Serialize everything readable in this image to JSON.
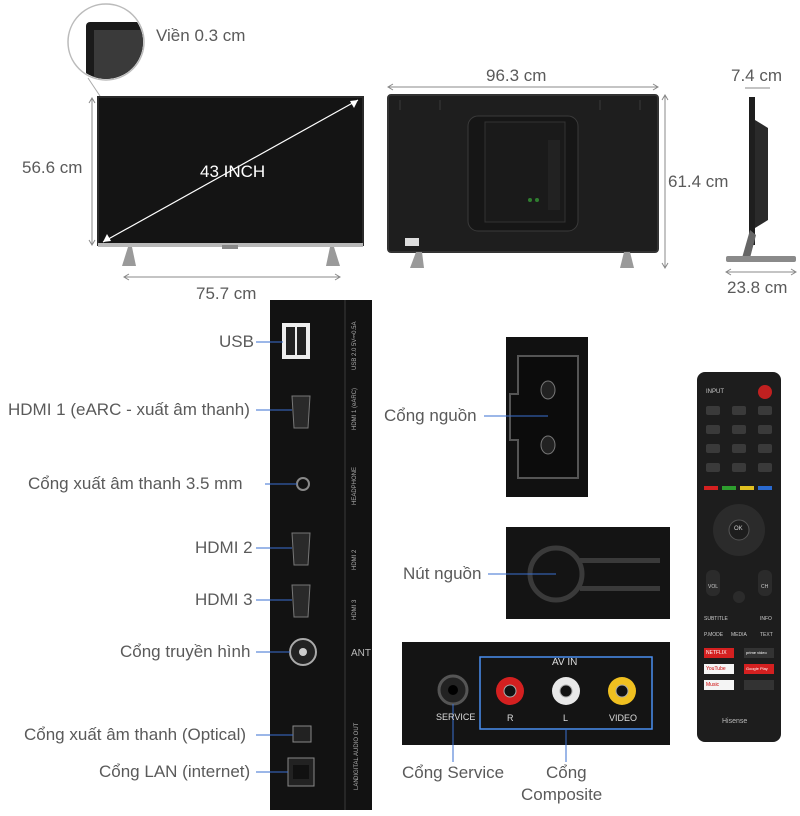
{
  "dimensions": {
    "bezel": "Viền 0.3 cm",
    "screen_height": "56.6 cm",
    "diagonal": "43 INCH",
    "stand_width": "75.7 cm",
    "total_width": "96.3 cm",
    "total_height": "61.4 cm",
    "depth": "7.4 cm",
    "stand_depth": "23.8 cm"
  },
  "ports": {
    "usb": "USB",
    "hdmi1": "HDMI 1 (eARC - xuất âm thanh)",
    "audio35": "Cổng xuất âm thanh 3.5 mm",
    "hdmi2": "HDMI 2",
    "hdmi3": "HDMI 3",
    "antenna": "Cổng truyền hình",
    "optical": "Cổng xuất âm thanh (Optical)",
    "lan": "Cổng LAN (internet)"
  },
  "right_labels": {
    "power_port": "Cổng nguồn",
    "power_button": "Nút nguồn",
    "service_port": "Cổng Service",
    "composite_line1": "Cổng",
    "composite_line2": "Composite"
  },
  "panel_text": {
    "av_in": "AV IN",
    "service": "SERVICE",
    "r": "R",
    "l": "L",
    "video": "VIDEO",
    "ant": "ANT"
  },
  "remote": {
    "input": "INPUT",
    "ok": "OK",
    "vol": "VOL",
    "ch": "CH",
    "subtitle": "SUBTITLE",
    "info": "INFO",
    "pmode": "P.MODE",
    "media": "MEDIA",
    "text": "TEXT",
    "netflix": "NETFLIX",
    "prime": "prime video",
    "youtube": "YouTube",
    "googleplay": "Google Play",
    "music": "Music",
    "brand": "Hisense"
  },
  "colors": {
    "tv_black": "#1b1b1b",
    "line": "#3a6fd0",
    "av_frame": "#4a8ef0",
    "rca_red": "#d42020",
    "rca_white": "#e8e8e8",
    "rca_yellow": "#f0c020"
  }
}
